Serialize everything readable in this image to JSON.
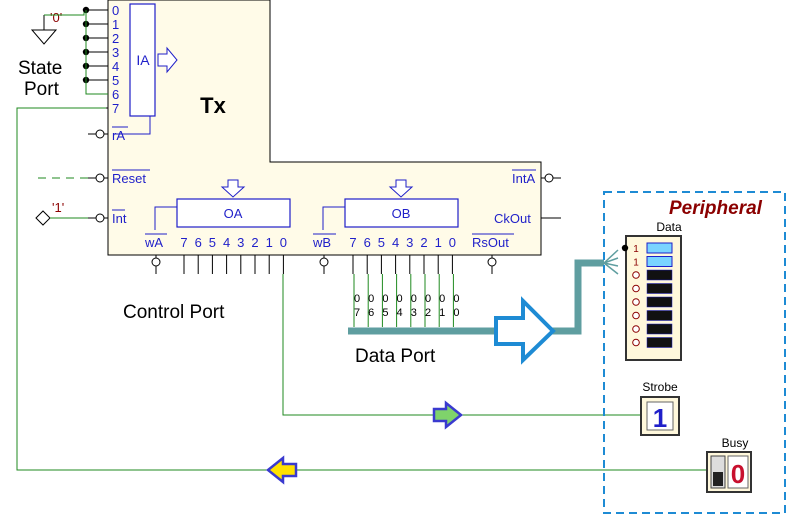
{
  "chip": {
    "name": "Tx",
    "ia_label": "IA",
    "oa_label": "OA",
    "ob_label": "OB",
    "ra_label": "rA",
    "reset_label": "Reset",
    "int_label": "Int",
    "inta_label": "IntA",
    "ckout_label": "CkOut",
    "wa_label": "wA",
    "wb_label": "wB",
    "rsout_label": "RsOut",
    "state_bits": [
      "0",
      "1",
      "2",
      "3",
      "4",
      "5",
      "6",
      "7"
    ],
    "oa_bits": [
      "7",
      "6",
      "5",
      "4",
      "3",
      "2",
      "1",
      "0"
    ],
    "ob_bits": [
      "7",
      "6",
      "5",
      "4",
      "3",
      "2",
      "1",
      "0"
    ]
  },
  "labels": {
    "state_port": [
      "State",
      "Port"
    ],
    "control_port": "Control Port",
    "data_port": "Data Port",
    "const_zero": "'0'",
    "const_one": "'1'"
  },
  "data_port_bits": [
    "7",
    "6",
    "5",
    "4",
    "3",
    "2",
    "1",
    "0"
  ],
  "data_port_values": [
    "0",
    "0",
    "0",
    "0",
    "0",
    "0",
    "0",
    "0"
  ],
  "peripheral": {
    "title": "Peripheral",
    "data_label": "Data",
    "data_values": [
      "1",
      "1",
      "0",
      "0",
      "0",
      "0",
      "0",
      "0"
    ],
    "strobe_label": "Strobe",
    "strobe_value": "1",
    "busy_label": "Busy",
    "busy_value": "0"
  },
  "colors": {
    "chip_fill": "#fffbe8",
    "blue": "#1f1fc9",
    "wire_green": "#1f8a1f",
    "bus_teal": "#5f9ea0",
    "peripheral_border": "#1e8bd4",
    "peripheral_title": "#8b0000",
    "arrow_fill": "#7fd36b",
    "arrow_yellow": "#ffe100",
    "arrow_outline": "#3a3acf",
    "led_on": "#7ad4ff",
    "busy_red": "#c8102e"
  }
}
